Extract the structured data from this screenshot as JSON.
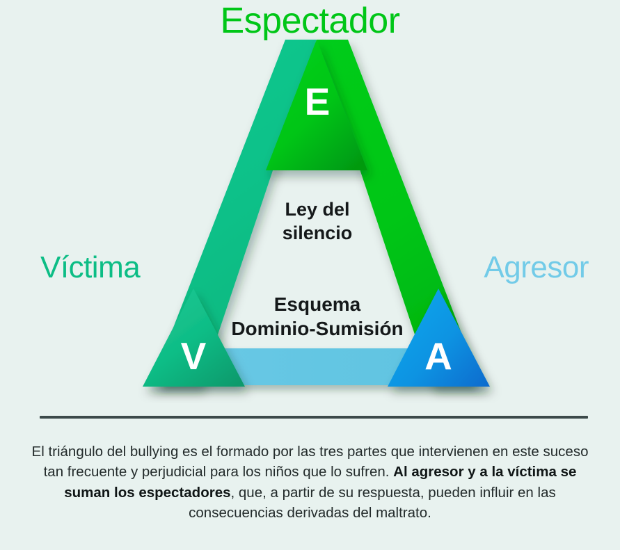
{
  "page": {
    "background_color": "#e8f2ef"
  },
  "roles": {
    "top": {
      "label": "Espectador",
      "letter": "E",
      "color": "#00c617"
    },
    "left": {
      "label": "Víctima",
      "letter": "V",
      "color": "#0cbd85"
    },
    "right": {
      "label": "Agresor",
      "letter": "A",
      "color": "#72cbe8"
    }
  },
  "inner": {
    "top_text": "Ley del\nsilencio",
    "bottom_text": "Esquema\nDominio-Sumisión"
  },
  "bands": {
    "left_edge_color_start": "#0cbd85",
    "left_edge_color_end": "#0bb87f",
    "right_edge_color_start": "#00c617",
    "right_edge_color_end": "#00b60f",
    "bottom_edge_color": "#63c6e3"
  },
  "corner_triangles": {
    "top_gradient": [
      "#00cc1a",
      "#009c12"
    ],
    "left_gradient": [
      "#14c08a",
      "#0f9e6f"
    ],
    "right_gradient": [
      "#0aa0e8",
      "#0b6fd1"
    ]
  },
  "divider": {
    "color": "#3c4a4a"
  },
  "caption": {
    "part1": "El triángulo del bullying es el formado por las tres partes que intervienen en este suceso tan frecuente y perjudicial para los niños que lo sufren. ",
    "bold1": "Al agresor y a la víctima se suman los espectadores",
    "part2": ", que, a partir de su respuesta, pueden influir en las consecuencias derivadas del maltrato."
  }
}
